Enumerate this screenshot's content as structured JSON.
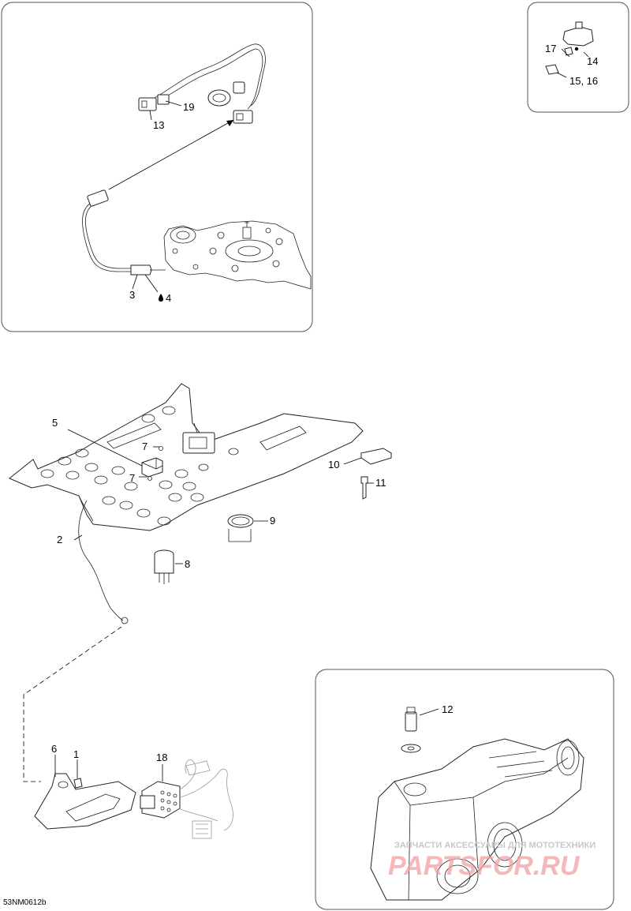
{
  "figure_code": "53NM0612b",
  "labels": {
    "p1": "1",
    "p2": "2",
    "p3": "3",
    "p4": "4",
    "p5": "5",
    "p6": "6",
    "p7a": "7",
    "p7b": "7",
    "p8": "8",
    "p9": "9",
    "p10": "10",
    "p11": "11",
    "p12": "12",
    "p13": "13",
    "p14": "14",
    "p15_16": "15, 16",
    "p17": "17",
    "p18": "18",
    "p19": "19"
  },
  "watermark": {
    "line1": "ЗАПЧАСТИ АКСЕССУАРЫ ДЛЯ МОТОТЕХНИКИ",
    "line2": "PARTSFOR.RU"
  }
}
